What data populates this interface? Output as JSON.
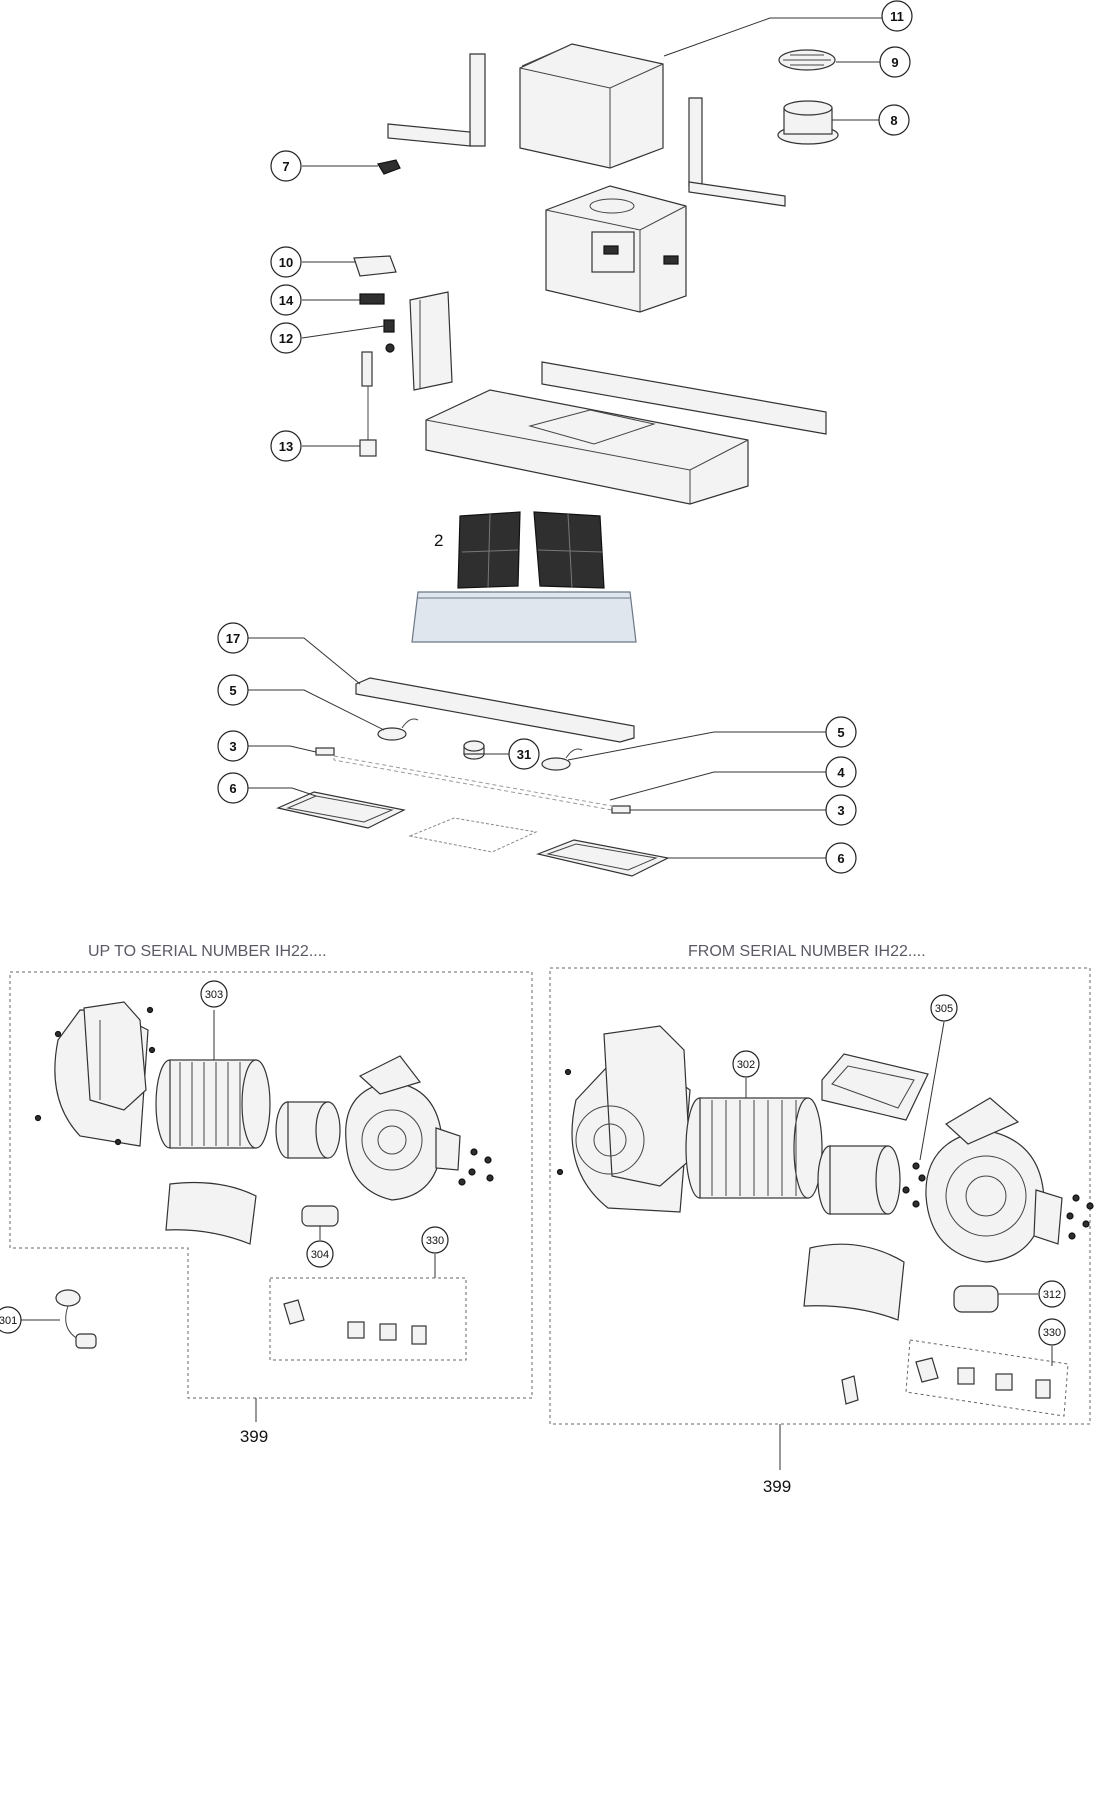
{
  "callouts": {
    "c11": "11",
    "c9": "9",
    "c8": "8",
    "c7": "7",
    "c10": "10",
    "c14": "14",
    "c12": "12",
    "c13": "13",
    "c17": "17",
    "c5a": "5",
    "c5b": "5",
    "c3a": "3",
    "c3b": "3",
    "c31": "31",
    "c4": "4",
    "c6a": "6",
    "c6b": "6",
    "c303": "303",
    "c304": "304",
    "c330a": "330",
    "c301": "301",
    "c302": "302",
    "c305": "305",
    "c312": "312",
    "c330b": "330"
  },
  "labels": {
    "filters_number": "2",
    "group_left": "399",
    "group_right": "399"
  },
  "sections": {
    "left_heading": "UP TO SERIAL NUMBER IH22....",
    "right_heading": "FROM SERIAL NUMBER IH22...."
  },
  "colors": {
    "outline": "#333333",
    "filter_dark": "#2f2f2f",
    "panel_blue": "#dfe6ee"
  }
}
